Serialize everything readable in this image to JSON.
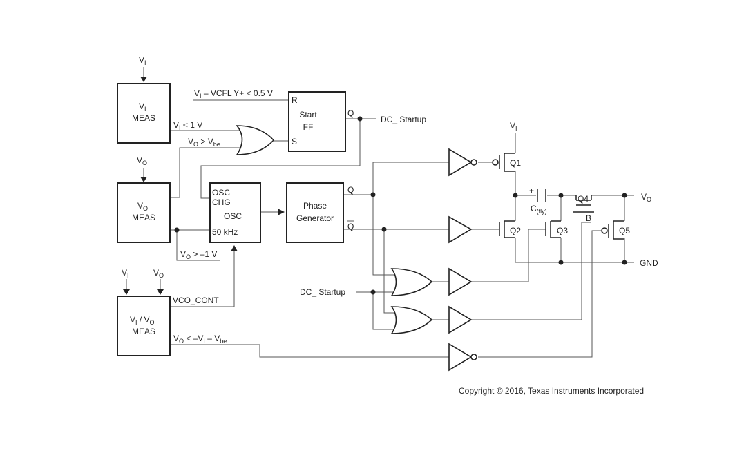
{
  "blocks": {
    "vi_meas": {
      "line1": "V",
      "line1_sub": "I",
      "line2": "MEAS"
    },
    "vo_meas": {
      "line1": "V",
      "line1_sub": "O",
      "line2": "MEAS"
    },
    "vivo_meas": {
      "a": "V",
      "a_sub": "I",
      "sep": " / V",
      "b_sub": "O",
      "line2": "MEAS"
    },
    "start_ff": {
      "line1": "Start",
      "line2": "FF",
      "pin_r": "R",
      "pin_s": "S",
      "pin_q": "Q"
    },
    "osc": {
      "pin_osc": "OSC",
      "pin_chg": "CHG",
      "label": "OSC",
      "freq": "50 kHz"
    },
    "phase_gen": {
      "line1": "Phase",
      "line2": "Generator",
      "pin_q": "Q",
      "pin_qbar": "Q"
    }
  },
  "inputs": {
    "vi_top": {
      "main": "V",
      "sub": "I"
    },
    "vo_mid": {
      "main": "V",
      "sub": "O"
    },
    "vi_bot": {
      "main": "V",
      "sub": "I"
    },
    "vo_bot": {
      "main": "V",
      "sub": "O"
    }
  },
  "signals": {
    "vi_vcfl_a": "V",
    "vi_vcfl_sub": "I",
    "vi_vcfl_b": " – VCFL Y+ < 0.5 V",
    "vi_lt_a": "V",
    "vi_lt_sub": "I",
    "vi_lt_b": " < 1 V",
    "vo_gt_a": "V",
    "vo_gt_sub": "O",
    "vo_gt_b": " > V",
    "vo_gt_sub2": "be",
    "vo_gtm_a": "V",
    "vo_gtm_sub": "O",
    "vo_gtm_b": " > –1 V",
    "vco_cont": "VCO_CONT",
    "vo_lt_a": "V",
    "vo_lt_sub": "O",
    "vo_lt_b": " < –V",
    "vo_lt_sub2": "I",
    "vo_lt_c": " – V",
    "vo_lt_sub3": "be",
    "dc_startup_out": "DC_ Startup",
    "dc_startup_in": "DC_ Startup"
  },
  "power": {
    "vi_rail": {
      "main": "V",
      "sub": "I"
    },
    "q1": "Q1",
    "q2": "Q2",
    "q3": "Q3",
    "q4": "Q4",
    "q5": "Q5",
    "b_label": "B",
    "cfly_a": "C",
    "cfly_sub": "(fly)",
    "cfly_plus": "+",
    "vo_out": {
      "main": "V",
      "sub": "O"
    },
    "gnd": "GND"
  },
  "copyright": "Copyright © 2016, Texas Instruments Incorporated"
}
